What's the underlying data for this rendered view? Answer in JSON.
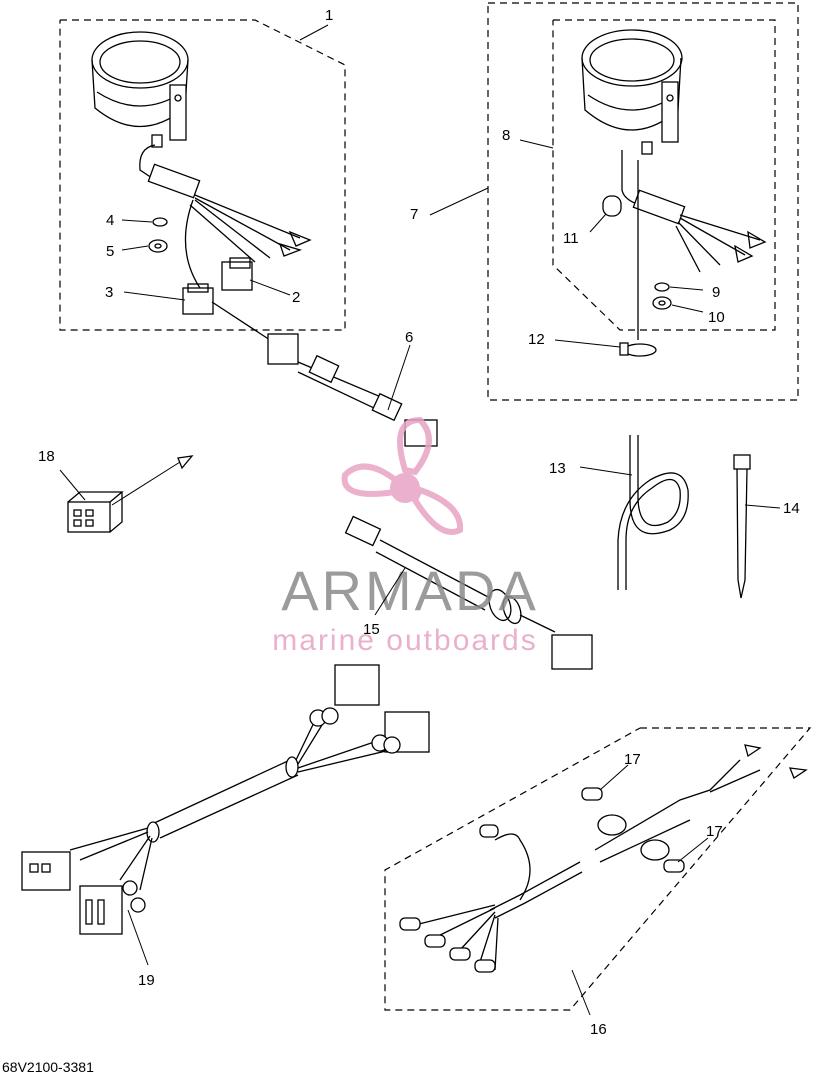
{
  "diagram_code": "68V2100-3381",
  "callouts": [
    "1",
    "2",
    "3",
    "4",
    "5",
    "6",
    "7",
    "8",
    "9",
    "10",
    "11",
    "12",
    "13",
    "14",
    "15",
    "16",
    "17",
    "17",
    "18",
    "19"
  ],
  "watermark": {
    "brand": "ARMADA",
    "tagline": "marine outboards",
    "color": "#e7a3c4",
    "text_color": "#8a8a8a"
  }
}
